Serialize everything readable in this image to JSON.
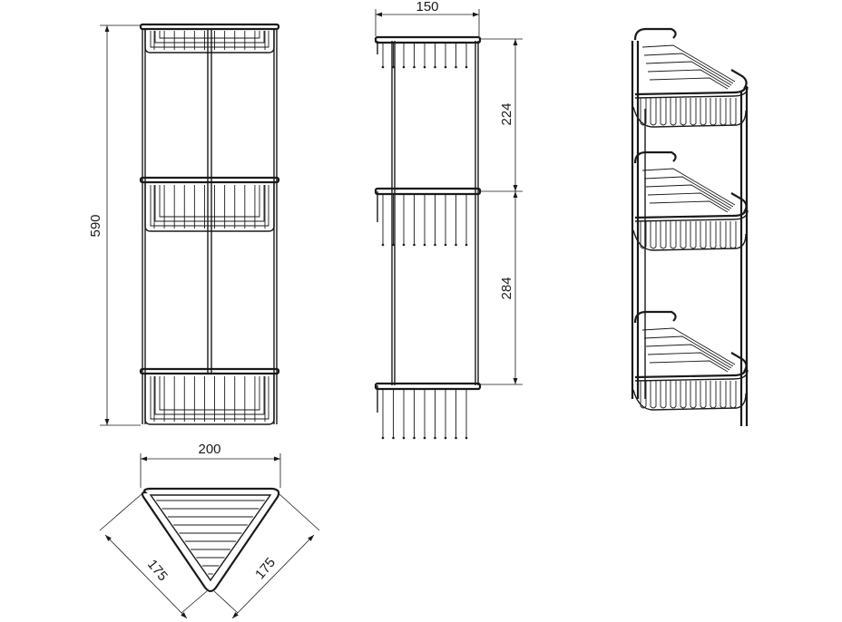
{
  "dimensions": {
    "total_height": "590",
    "depth": "150",
    "upper_gap": "224",
    "lower_gap": "284",
    "width": "200",
    "side_left": "175",
    "side_right": "175"
  },
  "colors": {
    "line": "#1a1a1a",
    "background": "#ffffff"
  }
}
